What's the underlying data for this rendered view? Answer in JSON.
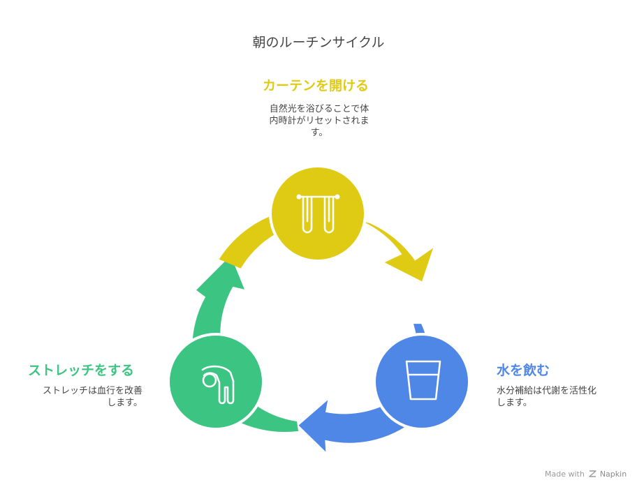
{
  "title": "朝のルーチンサイクル",
  "steps": [
    {
      "heading": "カーテンを開ける",
      "desc_lines": [
        "自然光を浴びることで体",
        "内時計がリセットされま",
        "す。"
      ],
      "color": "#DFCB14",
      "icon": "curtain-icon"
    },
    {
      "heading": "水を飲む",
      "desc_lines": [
        "水分補給は代謝を活性化",
        "します。"
      ],
      "color": "#4E87E6",
      "icon": "water-glass-icon"
    },
    {
      "heading": "ストレッチをする",
      "desc_lines": [
        "ストレッチは血行を改善",
        "します。"
      ],
      "color": "#3CC482",
      "icon": "stretching-person-icon"
    }
  ],
  "credit": {
    "prefix": "Made with",
    "brand": "Napkin",
    "icon": "napkin-logo-icon"
  }
}
